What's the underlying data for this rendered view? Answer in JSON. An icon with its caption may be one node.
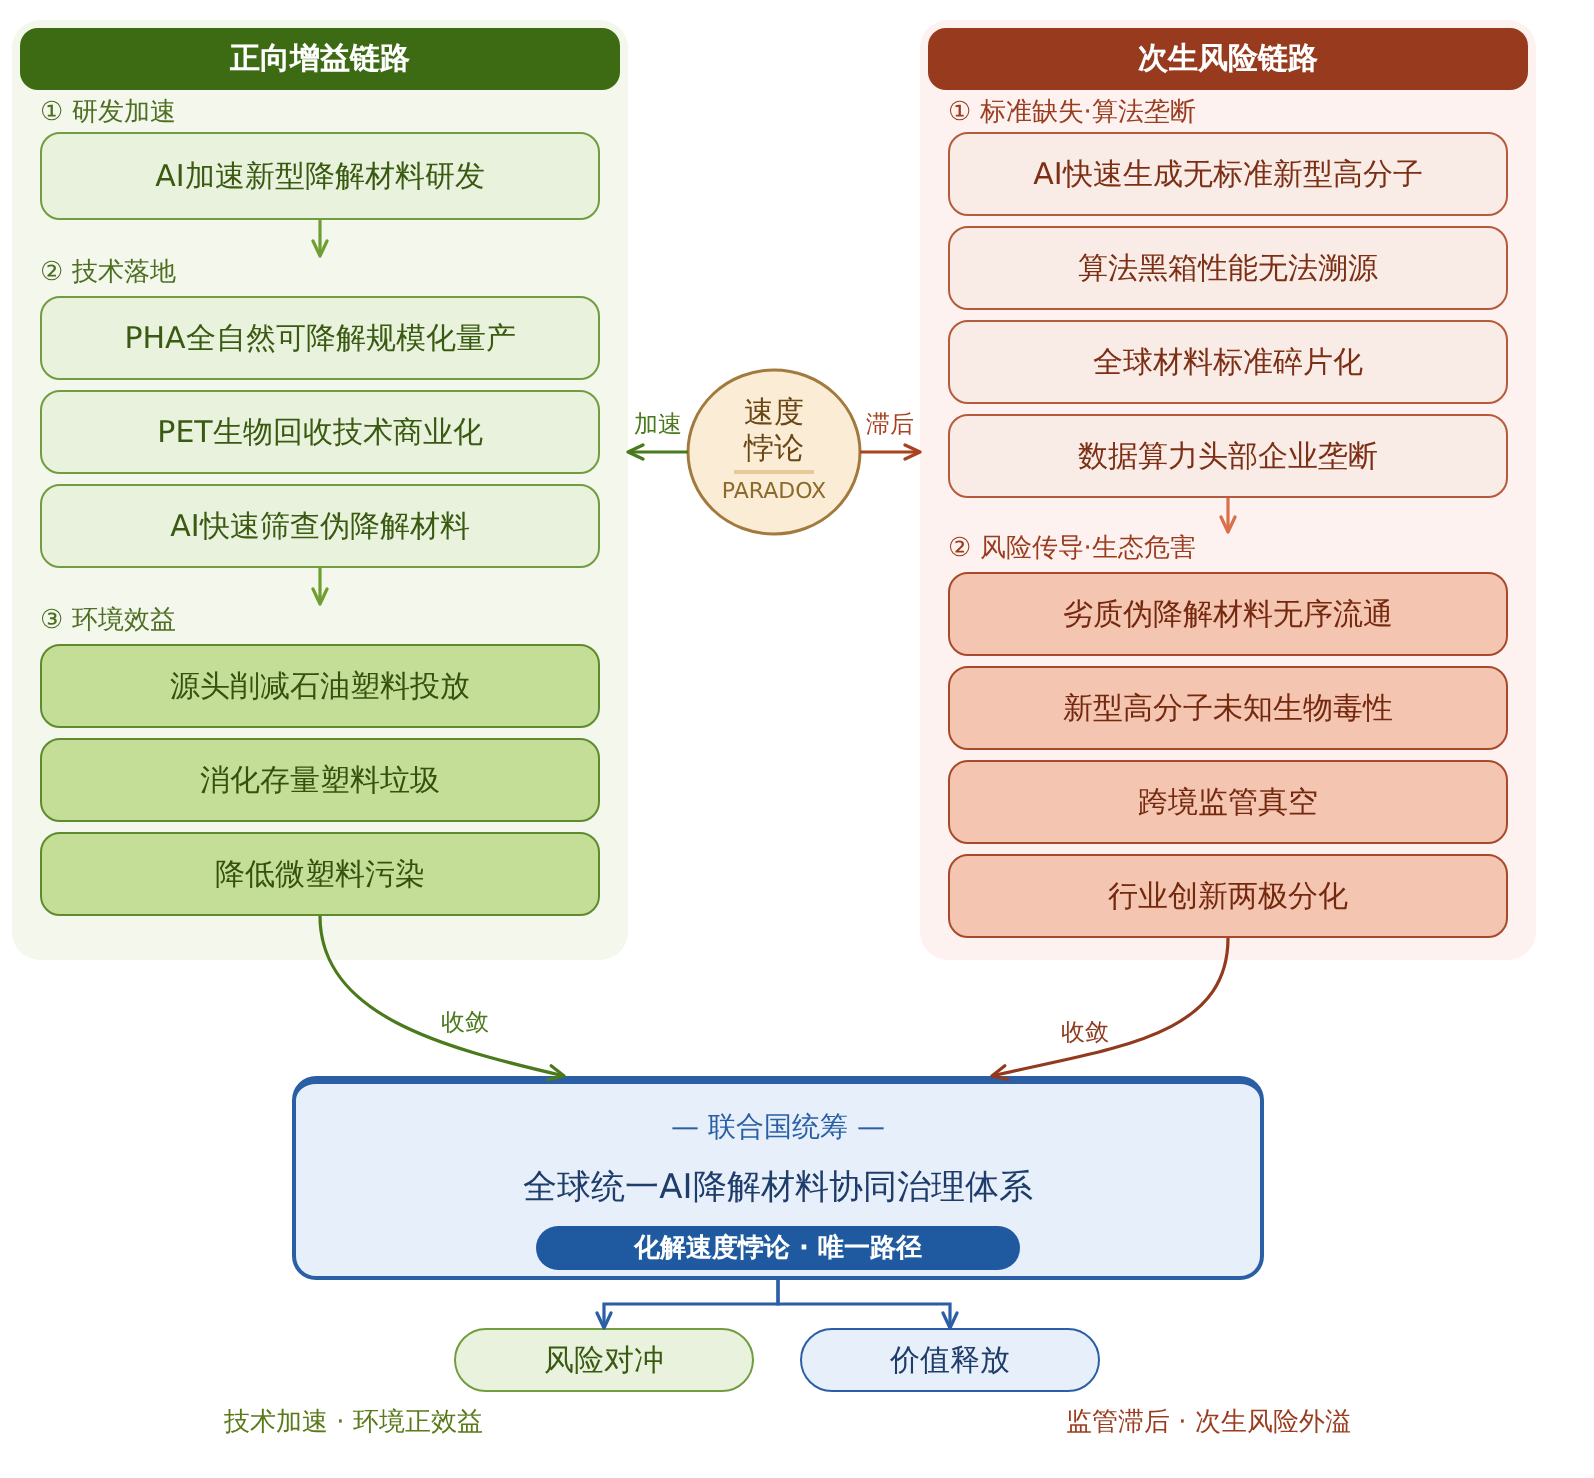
{
  "diagram": {
    "nodes": [
      {
        "text": [
          "正向增益链路"
        ]
      },
      {
        "text": [
          "① 研发加速"
        ],
        "in": 0
      },
      {
        "text": [
          "AI加速新型降解材料研发"
        ],
        "in": 1
      },
      {
        "text": [
          "② 技术落地"
        ],
        "in": 0
      },
      {
        "text": [
          "PHA全自然可降解规模化量产"
        ],
        "in": 3
      },
      {
        "text": [
          "PET生物回收技术商业化"
        ],
        "in": 3
      },
      {
        "text": [
          "AI快速筛查伪降解材料"
        ],
        "in": 3
      },
      {
        "text": [
          "③ 环境效益"
        ],
        "in": 0
      },
      {
        "text": [
          "源头削减石油塑料投放"
        ],
        "in": 7
      },
      {
        "text": [
          "消化存量塑料垃圾"
        ],
        "in": 7
      },
      {
        "text": [
          "降低微塑料污染"
        ],
        "in": 7
      },
      {
        "text": [
          "速度悖论",
          "PARADOX"
        ]
      },
      {
        "text": [
          "次生风险链路"
        ]
      },
      {
        "text": [
          "① 标准缺失·算法垄断"
        ],
        "in": 12
      },
      {
        "text": [
          "AI快速生成无标准新型高分子"
        ],
        "in": 13
      },
      {
        "text": [
          "算法黑箱性能无法溯源"
        ],
        "in": 13
      },
      {
        "text": [
          "全球材料标准碎片化"
        ],
        "in": 13
      },
      {
        "text": [
          "数据算力头部企业垄断"
        ],
        "in": 13
      },
      {
        "text": [
          "② 风险传导·生态危害"
        ],
        "in": 12
      },
      {
        "text": [
          "劣质伪降解材料无序流通"
        ],
        "in": 18
      },
      {
        "text": [
          "新型高分子未知生物毒性"
        ],
        "in": 18
      },
      {
        "text": [
          "跨境监管真空"
        ],
        "in": 18
      },
      {
        "text": [
          "行业创新两极分化"
        ],
        "in": 18
      },
      {
        "text": [
          "— 联合国统筹 —",
          "全球统一AI降解材料协同治理体系"
        ]
      },
      {
        "text": [
          "化解速度悖论 · 唯一路径"
        ],
        "in": 23
      },
      {
        "text": [
          "风险对冲"
        ]
      },
      {
        "text": [
          "价值释放"
        ]
      }
    ],
    "edges": [
      {
        "from": 2,
        "to": 3,
        "arrow": "to",
        "color": "#6f9e32"
      },
      {
        "from": 6,
        "to": 7,
        "arrow": "to",
        "color": "#6f9e32"
      },
      {
        "from": 17,
        "to": 18,
        "arrow": "to",
        "color": "#da6f4c"
      },
      {
        "from": 11,
        "to": 0,
        "arrow": "to",
        "label": "加速",
        "color": "#4a7a1c"
      },
      {
        "from": 11,
        "to": 12,
        "arrow": "to",
        "label": "滞后",
        "color": "#a8421f"
      },
      {
        "from": 10,
        "to": 23,
        "arrow": "to",
        "label": "收敛",
        "color": "#4a7a1c"
      },
      {
        "from": 22,
        "to": 23,
        "arrow": "to",
        "label": "收敛",
        "color": "#913a1e"
      },
      {
        "from": 23,
        "to": 25,
        "arrow": "to",
        "color": "#2a5fa5"
      },
      {
        "from": 23,
        "to": 26,
        "arrow": "to",
        "color": "#2a5fa5"
      }
    ],
    "labels": [
      "技术加速 · 环境正效益",
      "监管滞后 · 次生风险外溢"
    ]
  }
}
